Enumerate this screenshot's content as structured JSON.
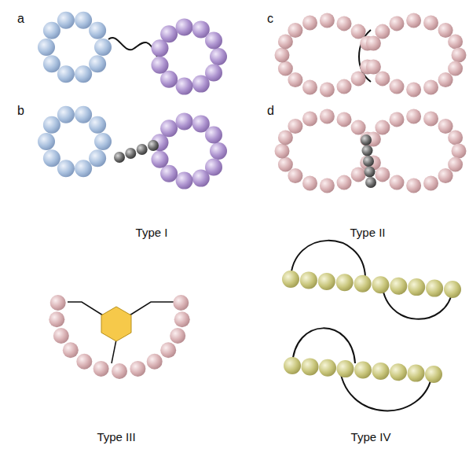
{
  "diagram": {
    "labels": [
      "a",
      "b",
      "c",
      "d",
      "Type I",
      "Type II",
      "Type III",
      "Type IV"
    ]
  }
}
